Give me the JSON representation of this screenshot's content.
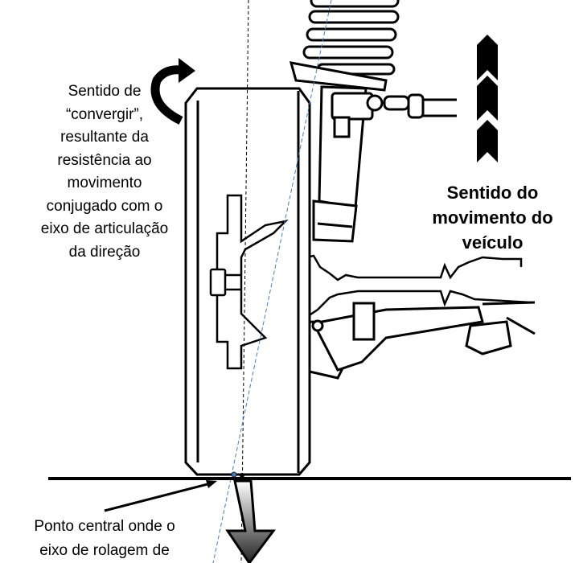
{
  "labels": {
    "steering_direction": [
      "Sentido de",
      "“convergir”,",
      "resultante da",
      "resistência ao",
      "movimento",
      "conjugado com o",
      "eixo de articulação",
      "da direção"
    ],
    "vehicle_direction": [
      "Sentido do",
      "movimento do",
      "veículo"
    ],
    "central_point": [
      "Ponto central onde o",
      "eixo de rolagem de"
    ]
  },
  "colors": {
    "ink": "#000000",
    "axis_dashed_blue": "#4a7fb5"
  }
}
